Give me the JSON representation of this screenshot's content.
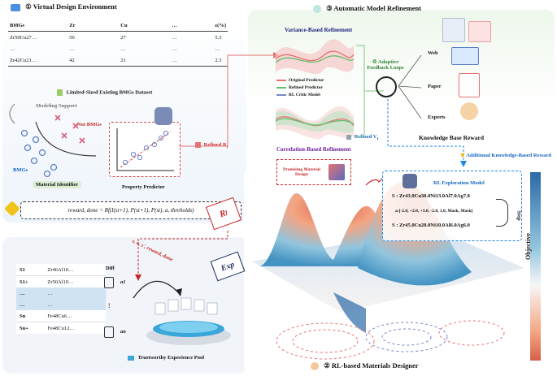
{
  "sections": {
    "virtual_design": {
      "number": "①",
      "title": "Virtual Design Environment"
    },
    "model_refinement": {
      "number": "③",
      "title": "Automatic Model Refinement"
    },
    "designer": {
      "number": "②",
      "title": "RL-based Materials Designer"
    }
  },
  "bmg_table": {
    "headers": [
      "BMGs",
      "Zr",
      "Cu",
      "…",
      "ε(%)"
    ],
    "rows": [
      [
        "Zr50Cu27…",
        "50",
        "27",
        "…",
        "5.3"
      ],
      [
        "…",
        "…",
        "…",
        "…",
        "…"
      ],
      [
        "Zr42Cu21…",
        "42",
        "21",
        "…",
        "2.3"
      ]
    ]
  },
  "dataset_label": "Limited-Sized Existing BMGs Dataset",
  "modeling_support": "Modeling Support",
  "not_bmgs": "Not BMGs",
  "bmgs_label": "BMGs",
  "material_identifier": "Material Identifier",
  "property_predictor": "Property Predictor",
  "refined_rf": "Refined R",
  "refined_rf_sub": "f",
  "reward_equation": "reward, done = Rf(I(st+1), P(st+1), P(st), a, threholds)",
  "transition_label": "s, a, s', reward, done",
  "rf_box": "R",
  "rf_box_sub": "f",
  "exp_box": "Exp",
  "sequence": {
    "rows": [
      {
        "s": "S1",
        "v": "Zr46Al10…"
      },
      {
        "s": "S1+",
        "v": "Zr50Al10…"
      },
      {
        "s": "…",
        "v": "…"
      },
      {
        "s": "…",
        "v": "…"
      },
      {
        "s": "Sn",
        "v": "Fe48Cu6…"
      },
      {
        "s": "Sn+",
        "v": "Fe48Cu12…"
      }
    ],
    "diff": "Diff",
    "a1": "a1",
    "an": "an",
    "dots": "⋮"
  },
  "experience_pool": "Trustworthy Experience Pool",
  "variance_refinement": "Variance-Based Refinement",
  "legend": [
    "Original Predictor",
    "Refined Predictor",
    "RL Critic Model"
  ],
  "legend_colors": [
    "#e57373",
    "#66bb6a",
    "#7986cb"
  ],
  "refined_vf": "Refined V",
  "refined_vf_sub": "f",
  "correlation_refinement": "Correlation-Based Refinement",
  "adaptive_loops": "Adaptive Feedback Loops",
  "kb_sources": [
    "Web",
    "Paper",
    "Experts"
  ],
  "kb_reward": "Knowledge Base Reward",
  "additional_kb": "Additional Knowledge-Based Reward",
  "promising_design": "Promising Material Design",
  "rl_exploration": "RL Exploration Model",
  "s_state": "S : Zr43.0Cu38.0Ni13.0Al7.0Ag7.0",
  "a_action": "a:[-2.0, +2.0, +3.0, -2.0, 1.0, Mask, Mask]",
  "s_next": "S : Zr45.0Cu28.0Ni10.0Al6.0Ag6.0",
  "step": "Step",
  "objective": "Objective"
}
